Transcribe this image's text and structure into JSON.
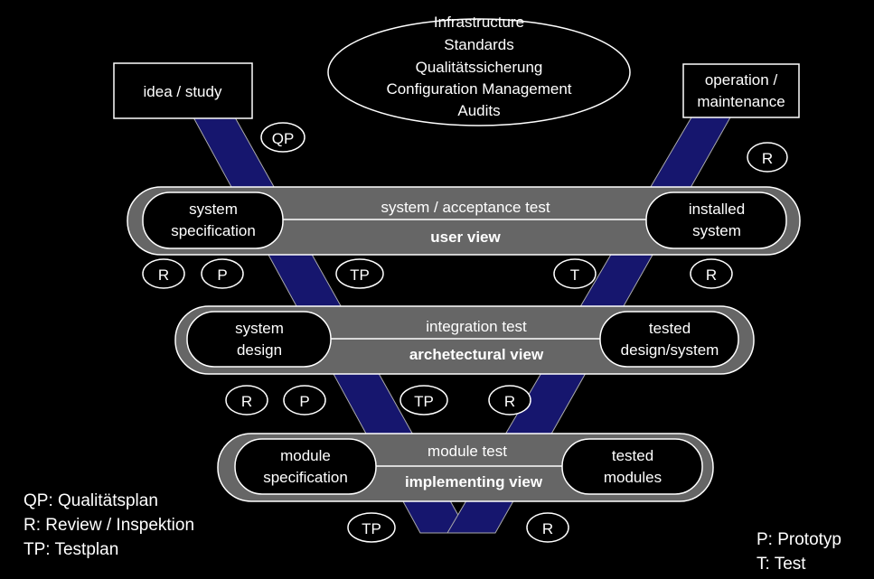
{
  "colors": {
    "background": "#000000",
    "v_band": "#16166e",
    "band": "#666666",
    "accent": "#ffffff"
  },
  "infra": [
    "Infrastructure",
    "Standards",
    "Qualitätssicherung",
    "Configuration Management",
    "Audits"
  ],
  "idea": "idea / study",
  "operation": [
    "operation /",
    "maintenance"
  ],
  "levels": [
    {
      "left": [
        "system",
        "specification"
      ],
      "center": "system / acceptance test",
      "view": "user view",
      "right": [
        "installed",
        "system"
      ]
    },
    {
      "left": [
        "system",
        "design"
      ],
      "center": "integration test",
      "view": "archetectural view",
      "right": [
        "tested",
        "design/system"
      ]
    },
    {
      "left": [
        "module",
        "specification"
      ],
      "center": "module test",
      "view": "implementing view",
      "right": [
        "tested",
        "modules"
      ]
    }
  ],
  "badges": {
    "qp": "QP",
    "r_top_right": "R",
    "r1": "R",
    "p1": "P",
    "tp1": "TP",
    "t1": "T",
    "r2": "R",
    "r3": "R",
    "p2": "P",
    "tp2": "TP",
    "r4": "R",
    "tp3": "TP",
    "r5": "R"
  },
  "legend_left": [
    "QP: Qualitätsplan",
    "R: Review / Inspektion",
    "TP: Testplan"
  ],
  "legend_right": [
    "P: Prototyp",
    "T: Test"
  ]
}
